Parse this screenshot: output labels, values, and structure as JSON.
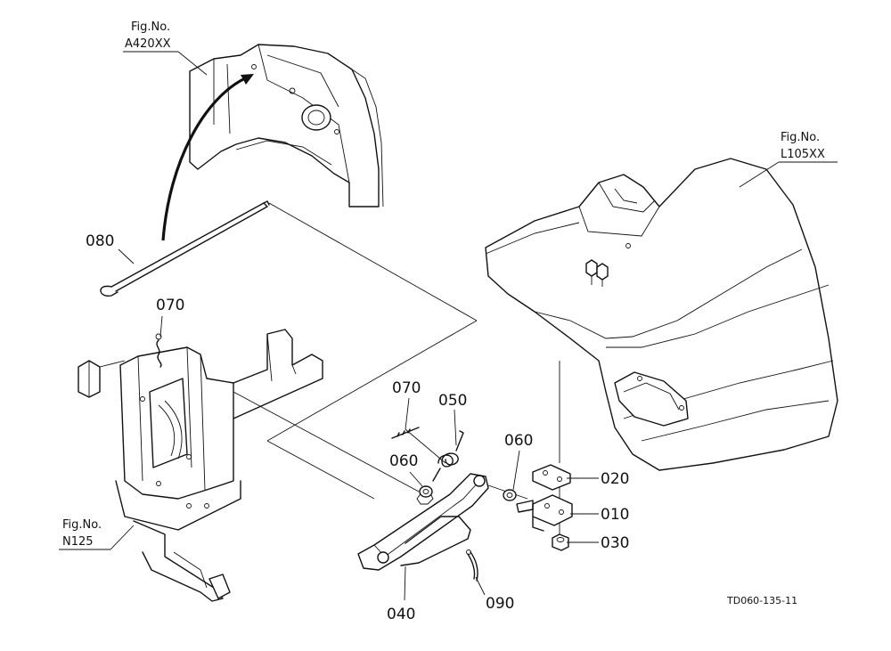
{
  "figure": {
    "drawing_code": "TD060-135-11",
    "references": [
      {
        "label": "Fig.No.",
        "number": "A420XX"
      },
      {
        "label": "Fig.No.",
        "number": "L105XX"
      },
      {
        "label": "Fig.No.",
        "number": "N125"
      }
    ],
    "parts": {
      "p010": "010",
      "p020": "020",
      "p030": "030",
      "p040": "040",
      "p050": "050",
      "p060a": "060",
      "p060b": "060",
      "p070a": "070",
      "p070b": "070",
      "p080": "080",
      "p090": "090"
    }
  }
}
